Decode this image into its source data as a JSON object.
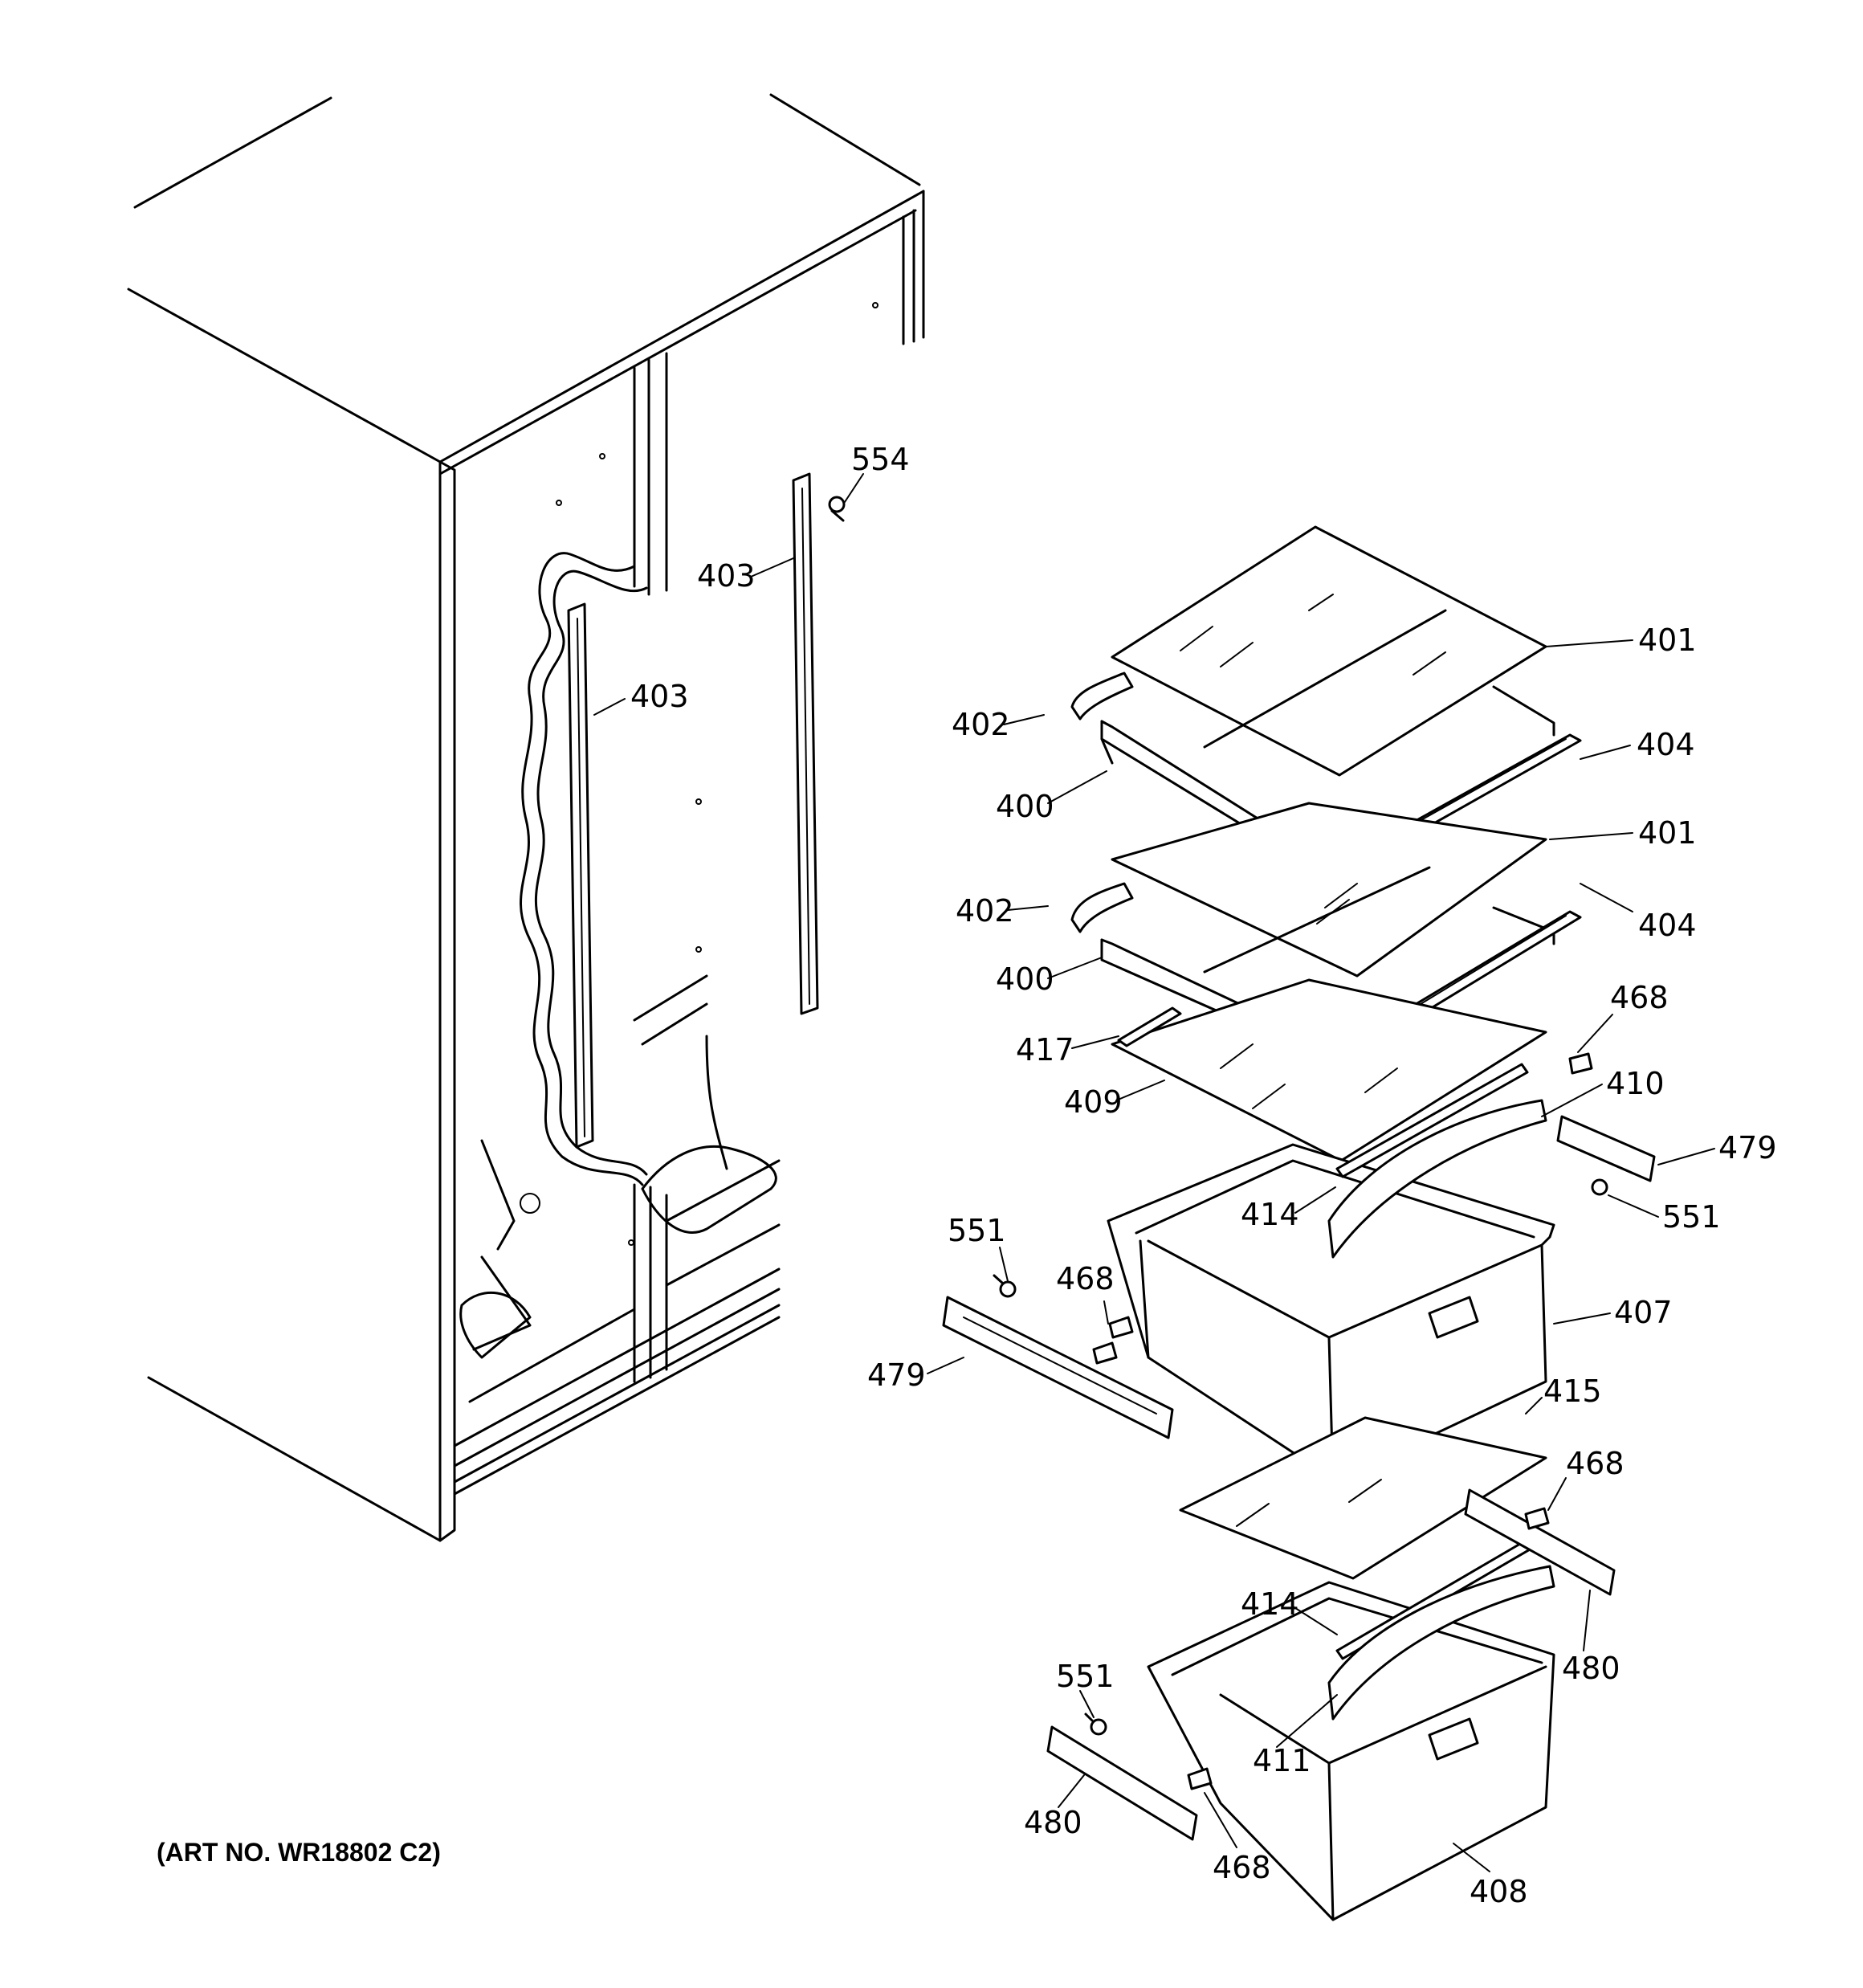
{
  "art_number": "(ART NO. WR18802 C2)",
  "callouts": [
    {
      "id": "c554",
      "text": "554"
    },
    {
      "id": "c403a",
      "text": "403"
    },
    {
      "id": "c403b",
      "text": "403"
    },
    {
      "id": "c401a",
      "text": "401"
    },
    {
      "id": "c402a",
      "text": "402"
    },
    {
      "id": "c404a",
      "text": "404"
    },
    {
      "id": "c400a",
      "text": "400"
    },
    {
      "id": "c401b",
      "text": "401"
    },
    {
      "id": "c402b",
      "text": "402"
    },
    {
      "id": "c404b",
      "text": "404"
    },
    {
      "id": "c400b",
      "text": "400"
    },
    {
      "id": "c468a",
      "text": "468"
    },
    {
      "id": "c417",
      "text": "417"
    },
    {
      "id": "c410",
      "text": "410"
    },
    {
      "id": "c409",
      "text": "409"
    },
    {
      "id": "c479a",
      "text": "479"
    },
    {
      "id": "c414a",
      "text": "414"
    },
    {
      "id": "c551a",
      "text": "551"
    },
    {
      "id": "c551b",
      "text": "551"
    },
    {
      "id": "c468b",
      "text": "468"
    },
    {
      "id": "c407",
      "text": "407"
    },
    {
      "id": "c479b",
      "text": "479"
    },
    {
      "id": "c415",
      "text": "415"
    },
    {
      "id": "c468c",
      "text": "468"
    },
    {
      "id": "c414b",
      "text": "414"
    },
    {
      "id": "c480a",
      "text": "480"
    },
    {
      "id": "c551c",
      "text": "551"
    },
    {
      "id": "c411",
      "text": "411"
    },
    {
      "id": "c480b",
      "text": "480"
    },
    {
      "id": "c468d",
      "text": "468"
    },
    {
      "id": "c408",
      "text": "408"
    }
  ]
}
